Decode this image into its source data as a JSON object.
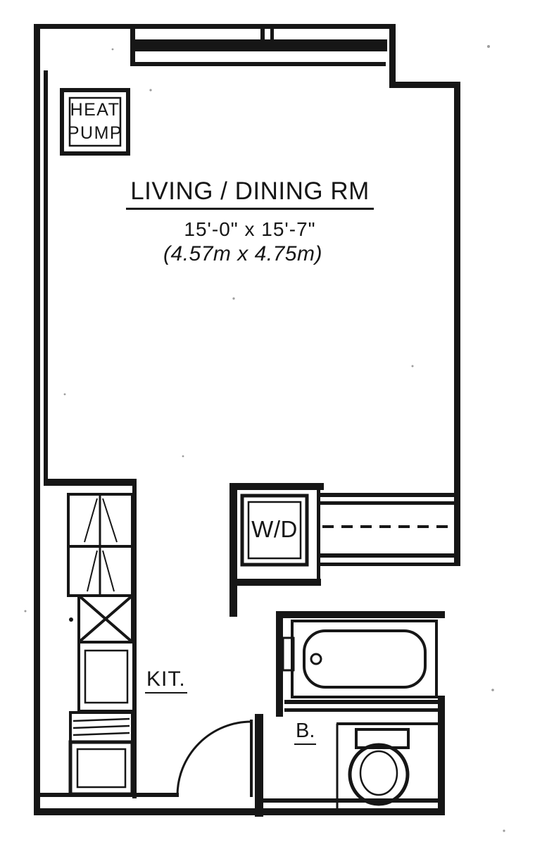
{
  "floor_plan": {
    "background_color": "#ffffff",
    "line_color": "#161616",
    "heat_pump": {
      "line1": "HEAT",
      "line2": "PUMP"
    },
    "living_dining": {
      "name": "LIVING / DINING RM",
      "dimensions_imperial": "15'-0\" x 15'-7\"",
      "dimensions_metric": "(4.57m x 4.75m)"
    },
    "washer_dryer_label": "W/D",
    "kitchen_label": "KIT.",
    "bathroom_label": "B."
  }
}
